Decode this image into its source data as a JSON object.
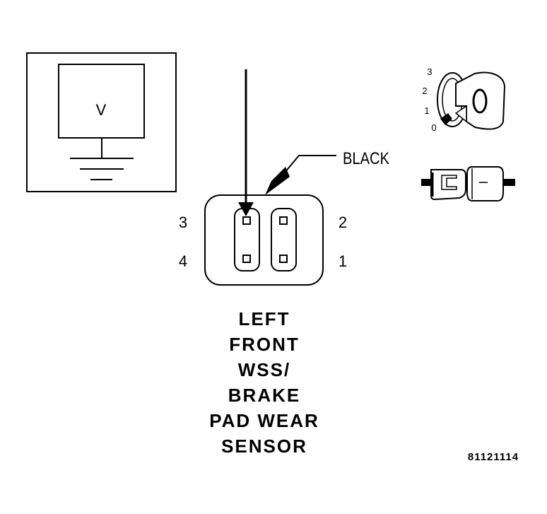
{
  "meter": {
    "symbol": "V"
  },
  "wire": {
    "color_label": "BLACK"
  },
  "connector": {
    "pins": [
      "3",
      "2",
      "4",
      "1"
    ]
  },
  "ignition_key": {
    "positions": [
      "3",
      "2",
      "1",
      "0"
    ]
  },
  "caption": {
    "lines": [
      "LEFT",
      "FRONT",
      "WSS/",
      "BRAKE",
      "PAD WEAR",
      "SENSOR"
    ]
  },
  "figure_code": "81121114"
}
